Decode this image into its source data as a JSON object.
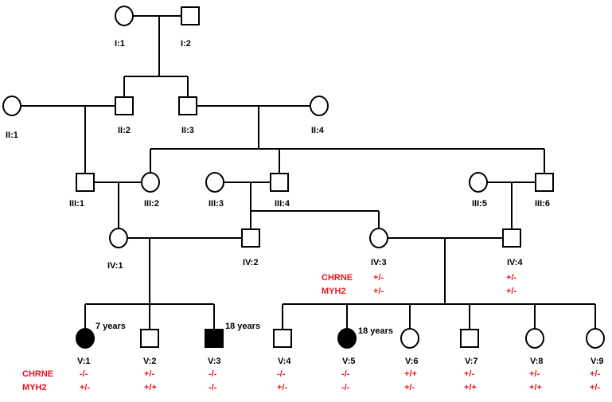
{
  "individuals": [
    {
      "id": "I:1",
      "sex": "female",
      "affected": false
    },
    {
      "id": "I:2",
      "sex": "male",
      "affected": false
    },
    {
      "id": "II:1",
      "sex": "female",
      "affected": false
    },
    {
      "id": "II:2",
      "sex": "male",
      "affected": false
    },
    {
      "id": "II:3",
      "sex": "male",
      "affected": false
    },
    {
      "id": "II:4",
      "sex": "female",
      "affected": false
    },
    {
      "id": "III:1",
      "sex": "male",
      "affected": false
    },
    {
      "id": "III:2",
      "sex": "female",
      "affected": false
    },
    {
      "id": "III:3",
      "sex": "female",
      "affected": false
    },
    {
      "id": "III:4",
      "sex": "male",
      "affected": false
    },
    {
      "id": "III:5",
      "sex": "female",
      "affected": false
    },
    {
      "id": "III:6",
      "sex": "male",
      "affected": false
    },
    {
      "id": "IV:1",
      "sex": "female",
      "affected": false
    },
    {
      "id": "IV:2",
      "sex": "male",
      "affected": false
    },
    {
      "id": "IV:3",
      "sex": "female",
      "affected": false,
      "chrne": "+/-",
      "myh2": "+/-"
    },
    {
      "id": "IV:4",
      "sex": "male",
      "affected": false,
      "chrne": "+/-",
      "myh2": "+/-"
    },
    {
      "id": "V:1",
      "sex": "female",
      "affected": true,
      "age": "7 years",
      "chrne": "-/-",
      "myh2": "+/-"
    },
    {
      "id": "V:2",
      "sex": "male",
      "affected": false,
      "chrne": "+/-",
      "myh2": "+/+"
    },
    {
      "id": "V:3",
      "sex": "male",
      "affected": true,
      "age": "18 years",
      "chrne": "-/-",
      "myh2": "-/-"
    },
    {
      "id": "V:4",
      "sex": "male",
      "affected": false,
      "chrne": "-/-",
      "myh2": "+/-"
    },
    {
      "id": "V:5",
      "sex": "female",
      "affected": true,
      "age": "18 years",
      "chrne": "-/-",
      "myh2": "-/-"
    },
    {
      "id": "V:6",
      "sex": "female",
      "affected": false,
      "chrne": "+/+",
      "myh2": "+/-"
    },
    {
      "id": "V:7",
      "sex": "male",
      "affected": false,
      "chrne": "+/-",
      "myh2": "+/+"
    },
    {
      "id": "V:8",
      "sex": "female",
      "affected": false,
      "chrne": "+/-",
      "myh2": "+/+"
    },
    {
      "id": "V:9",
      "sex": "female",
      "affected": false,
      "chrne": "+/-",
      "myh2": "+/-"
    }
  ],
  "gene_labels": {
    "chrne": "CHRNE",
    "myh2": "MYH2"
  },
  "colors": {
    "genotype_text": "#e8141b",
    "affected_fill": "#000000",
    "unaffected_fill": "#ffffff"
  }
}
